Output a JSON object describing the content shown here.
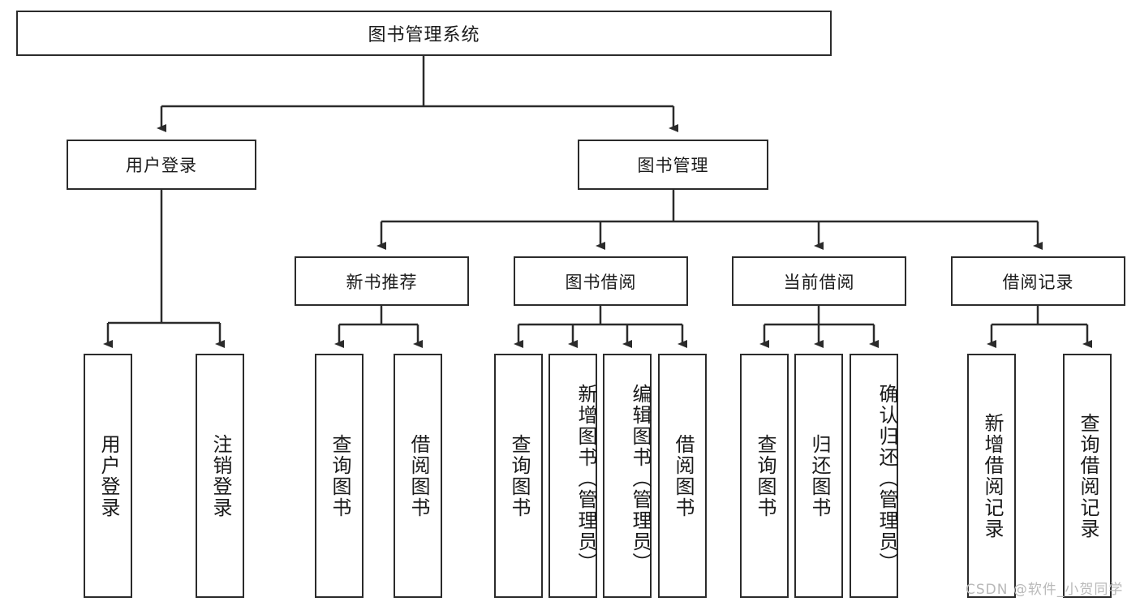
{
  "diagram": {
    "type": "tree-hierarchy-diagram",
    "title": "图书管理系统",
    "colors": {
      "box_border": "#2b2b2b",
      "box_fill": "#ffffff",
      "connector": "#2b2b2b",
      "text": "#1a1a1a",
      "watermark": "#b9b9b9"
    },
    "root": {
      "label": "图书管理系统"
    },
    "level2": [
      {
        "label": "用户登录"
      },
      {
        "label": "图书管理"
      }
    ],
    "level3": [
      {
        "label": "新书推荐"
      },
      {
        "label": "图书借阅"
      },
      {
        "label": "当前借阅"
      },
      {
        "label": "借阅记录"
      }
    ],
    "leaves": {
      "user_login": [
        {
          "label": "用户登录"
        },
        {
          "label": "注销登录"
        }
      ],
      "new_book_recommend": [
        {
          "label": "查询图书"
        },
        {
          "label": "借阅图书"
        }
      ],
      "book_borrow": [
        {
          "label": "查询图书"
        },
        {
          "label": "新增图书（管理员）"
        },
        {
          "label": "编辑图书（管理员）"
        },
        {
          "label": "借阅图书"
        }
      ],
      "current_borrow": [
        {
          "label": "查询图书"
        },
        {
          "label": "归还图书"
        },
        {
          "label": "确认归还（管理员）"
        }
      ],
      "borrow_record": [
        {
          "label": "新增借阅记录"
        },
        {
          "label": "查询借阅记录"
        }
      ]
    }
  },
  "watermark": {
    "text": "CSDN @软件_小贺同学"
  }
}
